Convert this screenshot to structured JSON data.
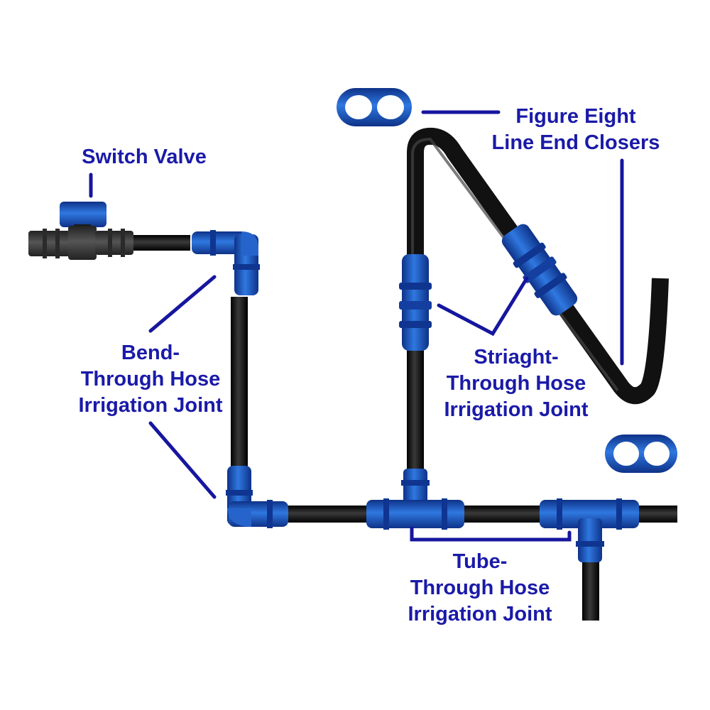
{
  "colors": {
    "label": "#1a1aa8",
    "leader": "#16169e",
    "hose": "#151515",
    "fitting_blue": "#1d55c0",
    "fitting_dark": "#0f3590",
    "valve_body": "#2b2b2b"
  },
  "labels": {
    "switch_valve": [
      "Switch Valve"
    ],
    "figure_eight": [
      "Figure Eight",
      "Line End Closers"
    ],
    "bend_joint": [
      "Bend-",
      "Through Hose",
      "Irrigation Joint"
    ],
    "straight_joint": [
      "Striaght-",
      "Through Hose",
      "Irrigation Joint"
    ],
    "tube_joint": [
      "Tube-",
      "Through Hose",
      "Irrigation Joint"
    ]
  },
  "icons": [
    "switch-valve-icon",
    "elbow-fitting-icon",
    "straight-coupling-icon",
    "tee-fitting-icon",
    "figure-eight-closer-icon"
  ]
}
